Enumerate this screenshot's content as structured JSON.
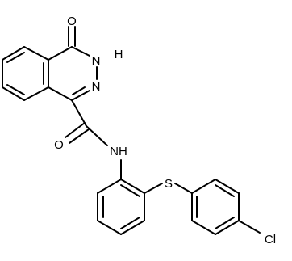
{
  "structure": {
    "atom_labels": {
      "oxo_oxygen": "O",
      "lactam_nh": "NH",
      "lactam_h": "H",
      "lactam_n": "N",
      "ring_n": "N",
      "amide_oxygen": "O",
      "amide_nh": "NH",
      "sulfur": "S",
      "chlorine": "Cl"
    }
  },
  "colors": {
    "bond": "#000000",
    "label": "#000000",
    "background": "#ffffff"
  }
}
